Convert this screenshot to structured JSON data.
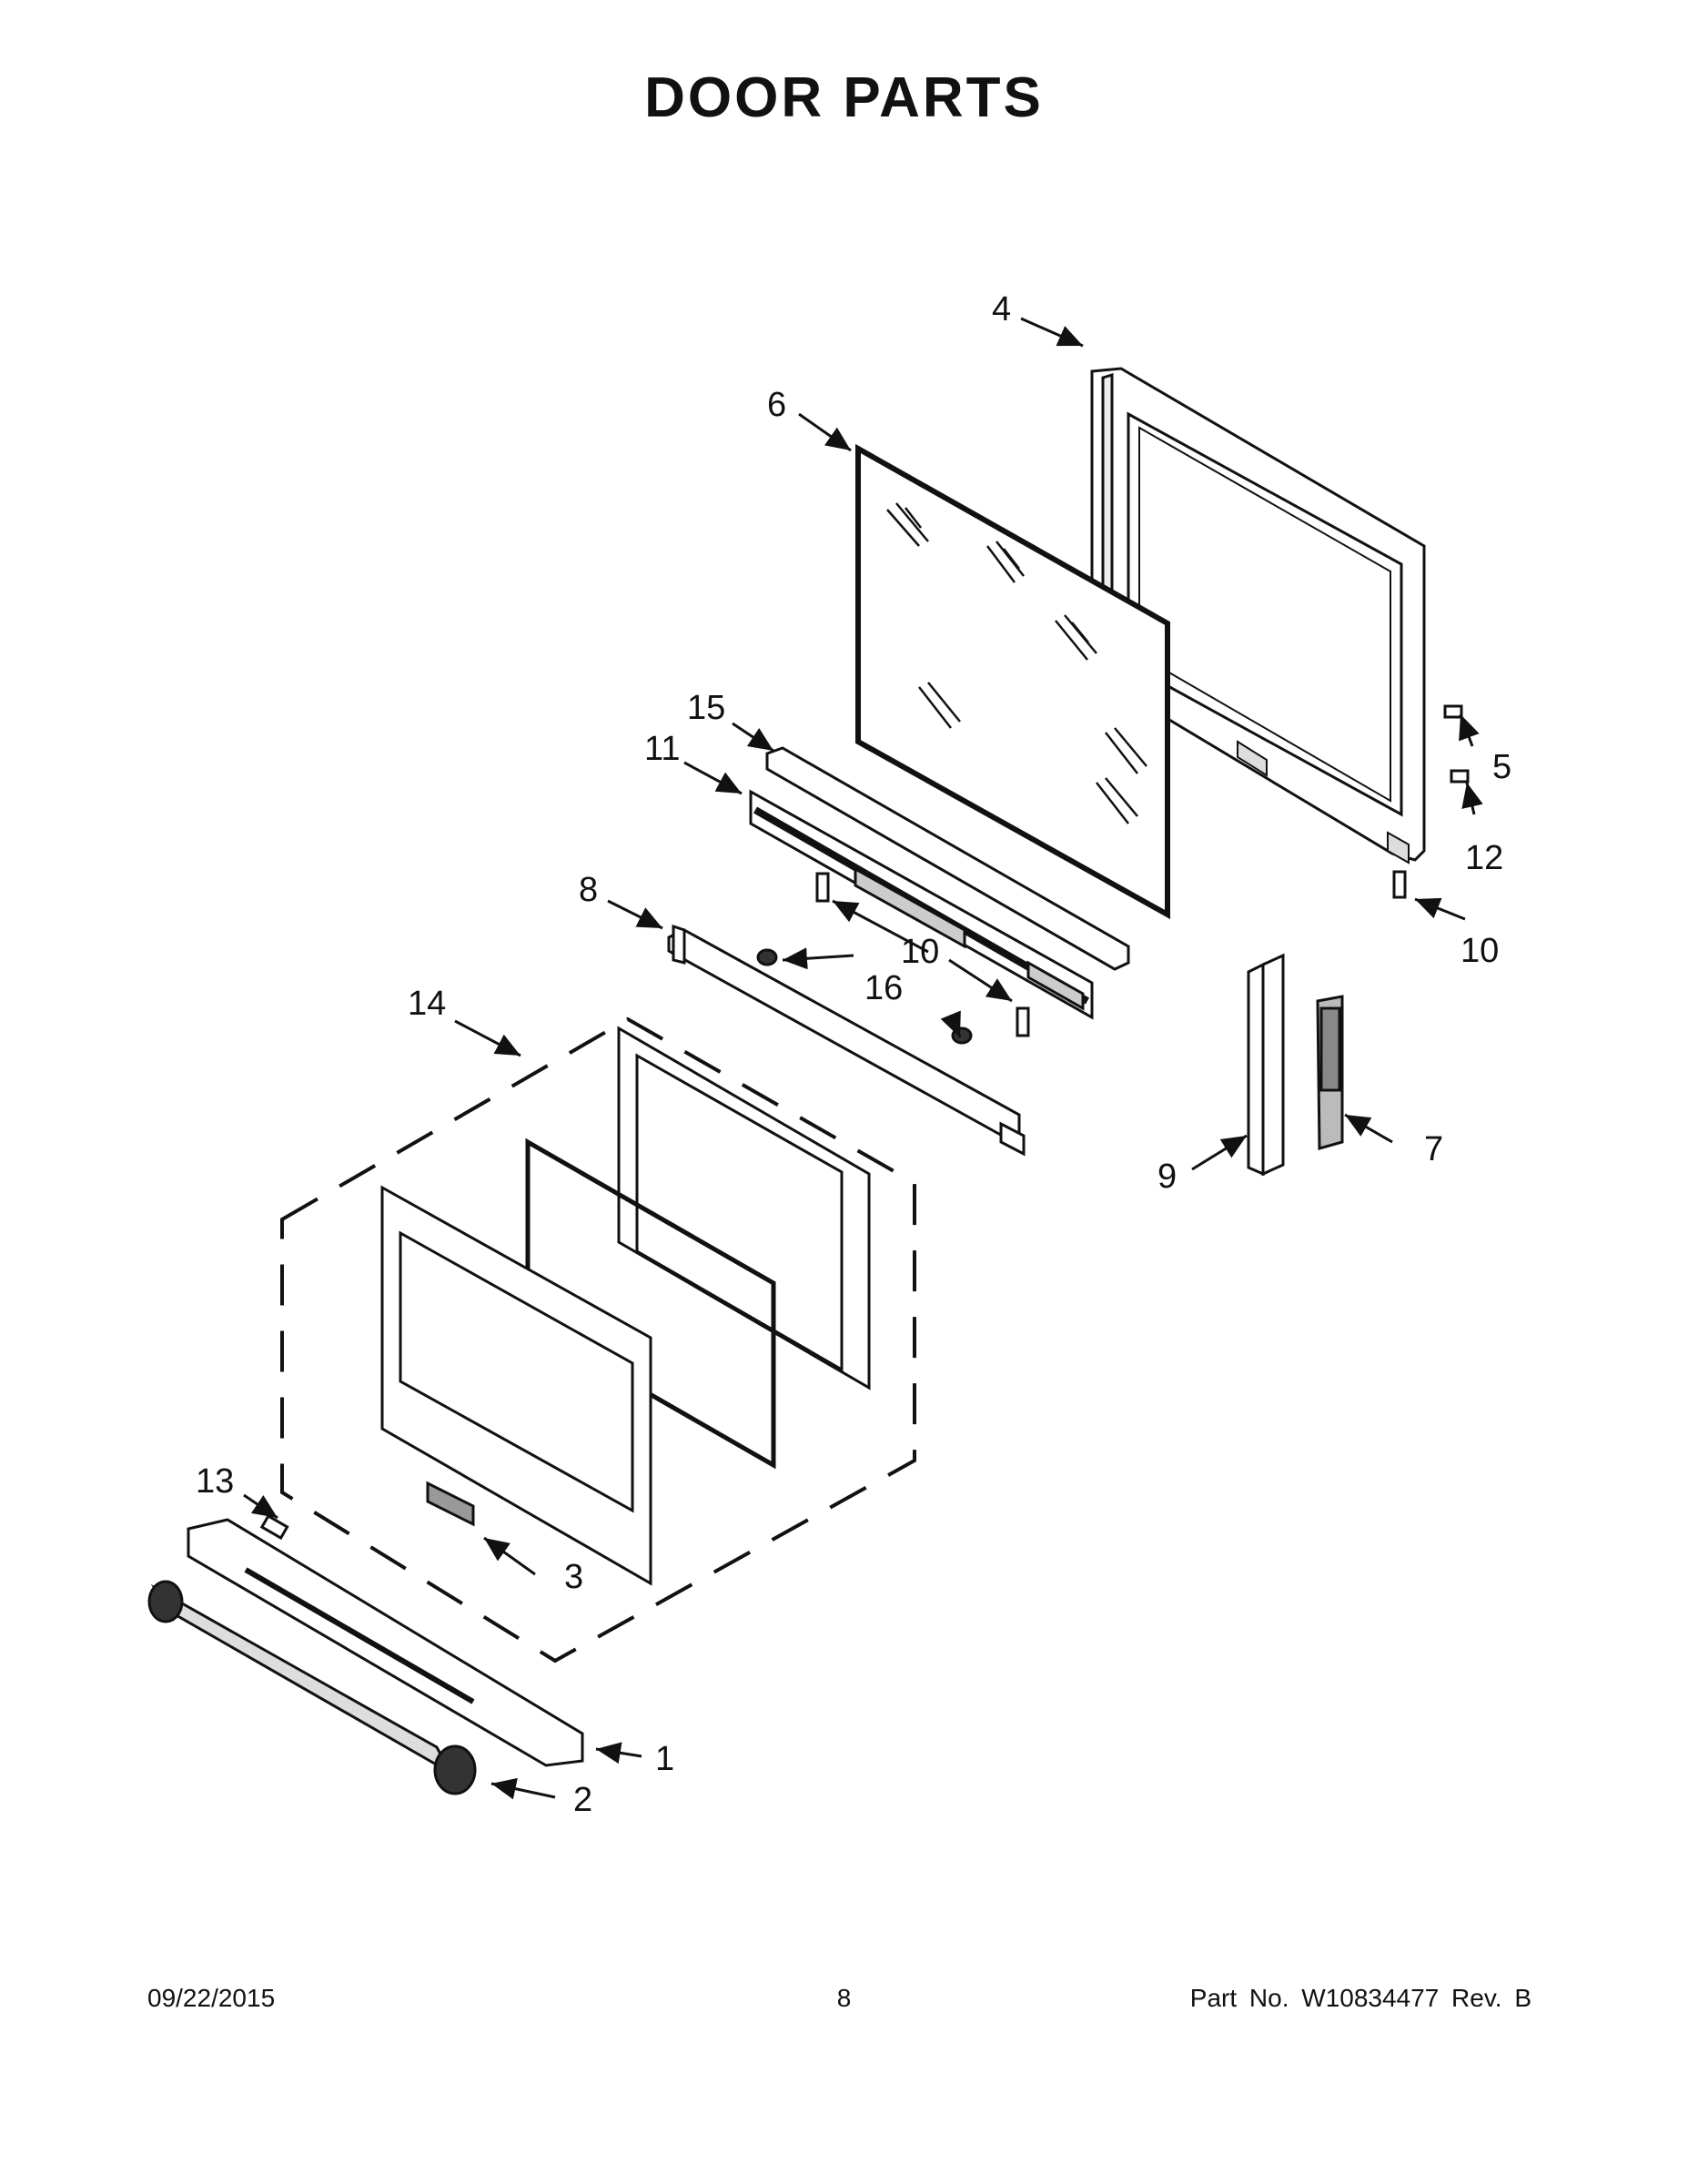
{
  "title": "DOOR PARTS",
  "callouts": {
    "n1": "1",
    "n2": "2",
    "n3": "3",
    "n4": "4",
    "n5": "5",
    "n6": "6",
    "n7": "7",
    "n8": "8",
    "n9": "9",
    "n10a": "10",
    "n10b": "10",
    "n11": "11",
    "n12": "12",
    "n13": "13",
    "n14": "14",
    "n15": "15",
    "n16": "16"
  },
  "footer": {
    "date": "09/22/2015",
    "page": "8",
    "part": "Part No.  W10834477  Rev.  B"
  }
}
